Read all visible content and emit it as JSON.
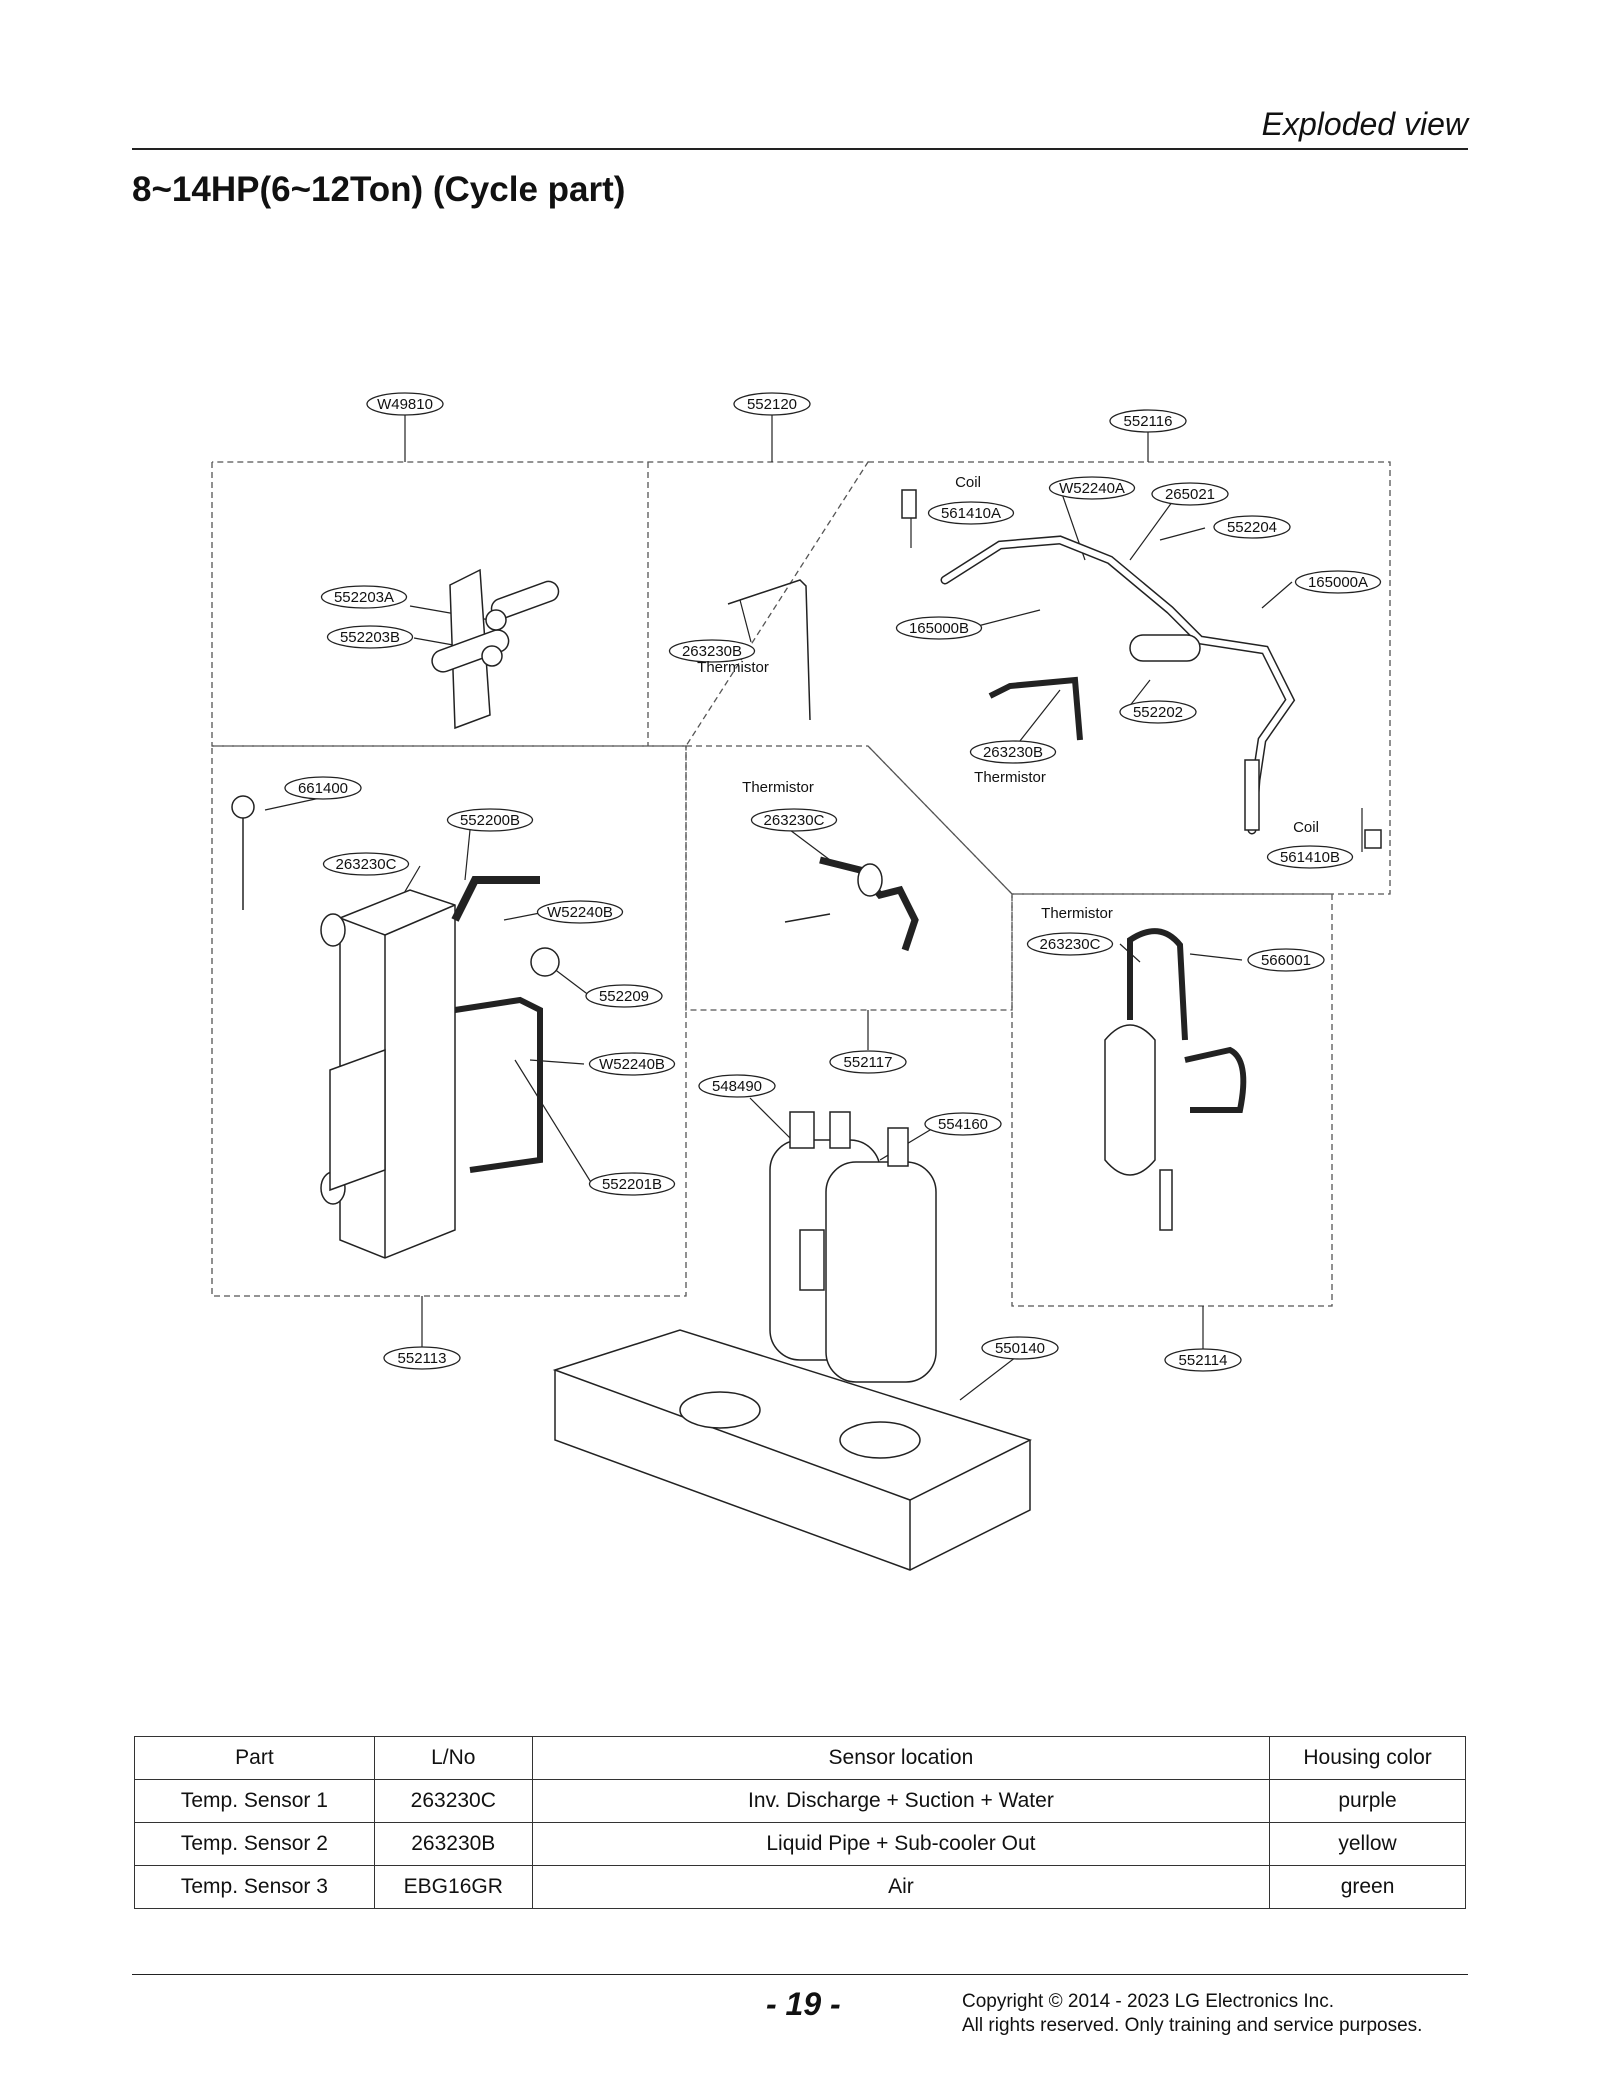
{
  "header": {
    "section": "Exploded view"
  },
  "page_title": "8~14HP(6~12Ton) (Cycle part)",
  "diagram": {
    "labels": {
      "w49810": "W49810",
      "p552120": "552120",
      "p552116": "552116",
      "coil_1": "Coil",
      "p561410a": "561410A",
      "w52240a": "W52240A",
      "p265021": "265021",
      "p552204": "552204",
      "p165000a": "165000A",
      "p552203a": "552203A",
      "p552203b": "552203B",
      "p263230b_1": "263230B",
      "thermistor_1": "Thermistor",
      "p165000b": "165000B",
      "p552202": "552202",
      "p263230b_2": "263230B",
      "thermistor_2": "Thermistor",
      "coil_2": "Coil",
      "p561410b": "561410B",
      "p661400": "661400",
      "p552200b": "552200B",
      "p263230c_1": "263230C",
      "thermistor_3": "Thermistor",
      "p263230c_2": "263230C",
      "w52240b_1": "W52240B",
      "p552209": "552209",
      "w52240b_2": "W52240B",
      "p552201b": "552201B",
      "p552117": "552117",
      "p548490": "548490",
      "p554160": "554160",
      "thermistor_4": "Thermistor",
      "p263230c_3": "263230C",
      "p566001": "566001",
      "p552113": "552113",
      "p550140": "550140",
      "p552114": "552114"
    }
  },
  "sensor_table": {
    "headers": [
      "Part",
      "L/No",
      "Sensor location",
      "Housing color"
    ],
    "rows": [
      [
        "Temp. Sensor 1",
        "263230C",
        "Inv. Discharge + Suction + Water",
        "purple"
      ],
      [
        "Temp. Sensor 2",
        "263230B",
        "Liquid Pipe + Sub-cooler Out",
        "yellow"
      ],
      [
        "Temp. Sensor 3",
        "EBG16GR",
        "Air",
        "green"
      ]
    ]
  },
  "footer": {
    "page_number": "- 19 -",
    "copyright_line1": "Copyright © 2014 - 2023 LG Electronics Inc.",
    "copyright_line2": "All rights reserved. Only training and service purposes."
  }
}
